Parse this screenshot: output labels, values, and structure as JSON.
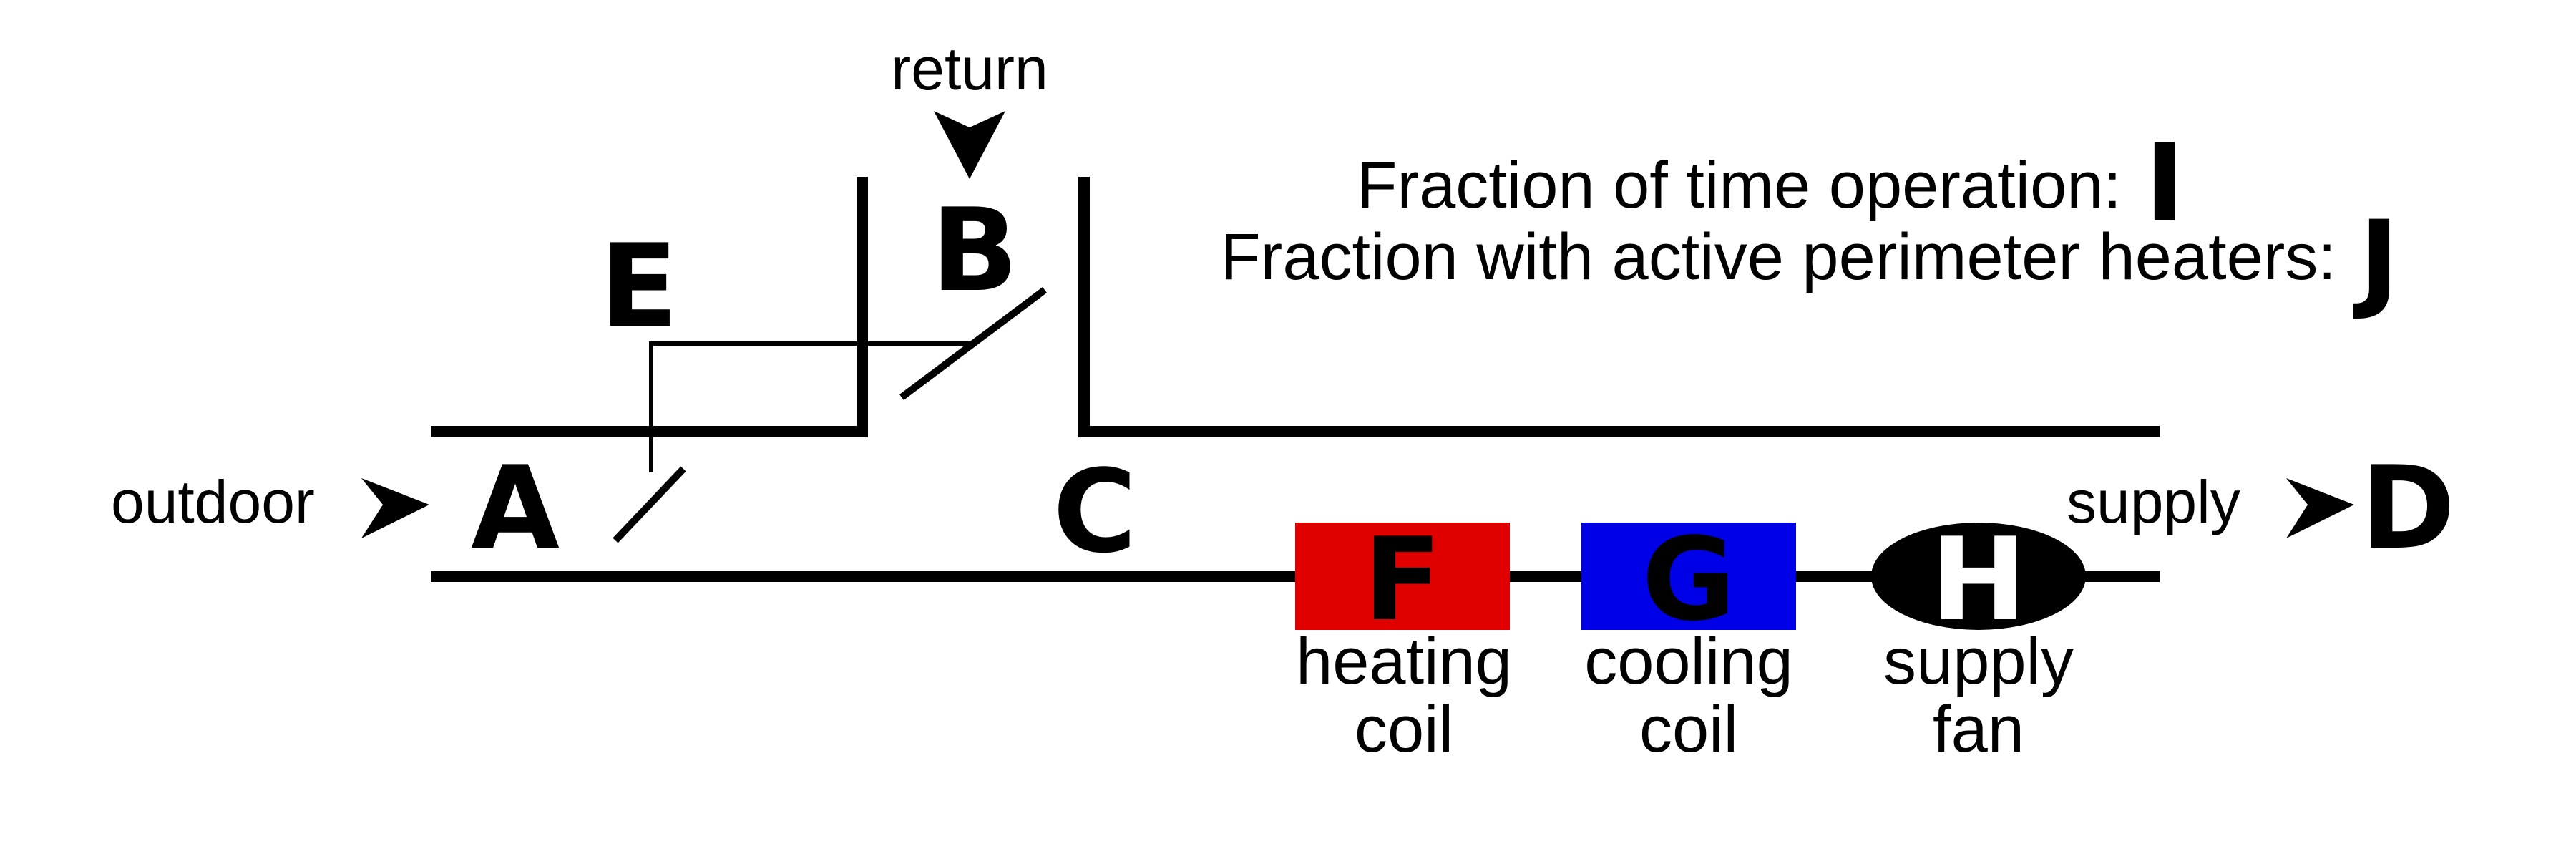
{
  "labels": {
    "outdoor": "outdoor",
    "return": "return",
    "supply": "supply",
    "fraction_time": "Fraction of time operation:",
    "fraction_heaters": "Fraction with active perimeter heaters:",
    "heating_coil_line1": "heating",
    "heating_coil_line2": "coil",
    "cooling_coil_line1": "cooling",
    "cooling_coil_line2": "coil",
    "supply_fan_line1": "supply",
    "supply_fan_line2": "fan"
  },
  "points": {
    "A": "A",
    "B": "B",
    "C": "C",
    "D": "D",
    "E": "E",
    "F": "F",
    "G": "G",
    "H": "H",
    "I": "I",
    "J": "J"
  },
  "colors": {
    "heating_coil": "#e00000",
    "cooling_coil": "#0000e6",
    "supply_fan": "#000000",
    "duct": "#000000"
  },
  "icons": {
    "outdoor_arrow": "arrowhead-right-icon",
    "return_arrow": "arrowhead-down-icon",
    "supply_arrow": "arrowhead-right-icon"
  }
}
